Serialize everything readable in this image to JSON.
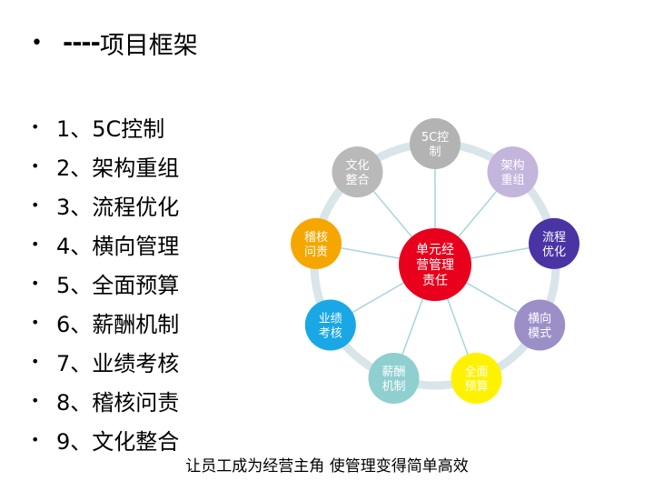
{
  "title": {
    "bullet": "•",
    "dashes": "----",
    "text": "项目框架"
  },
  "list_items": [
    {
      "num": "1、",
      "label": "5C控制"
    },
    {
      "num": "2、",
      "label": "架构重组"
    },
    {
      "num": "3、",
      "label": "流程优化"
    },
    {
      "num": "4、",
      "label": "横向管理"
    },
    {
      "num": "5、",
      "label": "全面预算"
    },
    {
      "num": "6、",
      "label": "薪酬机制"
    },
    {
      "num": "7、",
      "label": "业绩考核"
    },
    {
      "num": "8、",
      "label": "稽核问责"
    },
    {
      "num": "9、",
      "label": "文化整合"
    }
  ],
  "diagram": {
    "center": {
      "lines": [
        "单元经",
        "营管理",
        "责任"
      ],
      "color": "#e8001c"
    },
    "ring_color": "#d8e6ea",
    "spoke_color": "#a9d3dc",
    "nodes": [
      {
        "lines": [
          "5C控",
          "制"
        ],
        "color": "#b3b3b3",
        "text_color": "#e8001c"
      },
      {
        "lines": [
          "架构",
          "重组"
        ],
        "color": "#c4b5dd",
        "text_color": "#ffffff"
      },
      {
        "lines": [
          "流程",
          "优化"
        ],
        "color": "#4a34a4",
        "text_color": "#ffffff"
      },
      {
        "lines": [
          "横向",
          "模式"
        ],
        "color": "#9c8fc7",
        "text_color": "#ffffff"
      },
      {
        "lines": [
          "全面",
          "预算"
        ],
        "color": "#fff200",
        "text_color": "#000000"
      },
      {
        "lines": [
          "薪酬",
          "机制"
        ],
        "color": "#8fcfd0",
        "text_color": "#ffffff"
      },
      {
        "lines": [
          "业绩",
          "考核"
        ],
        "color": "#1aa7e6",
        "text_color": "#ffffff"
      },
      {
        "lines": [
          "稽核",
          "问责"
        ],
        "color": "#f5a700",
        "text_color": "#ffffff"
      },
      {
        "lines": [
          "文化",
          "整合"
        ],
        "color": "#b9b9b9",
        "text_color": "#ffffff"
      }
    ]
  },
  "footer": "让员工成为经营主角  使管理变得简单高效"
}
